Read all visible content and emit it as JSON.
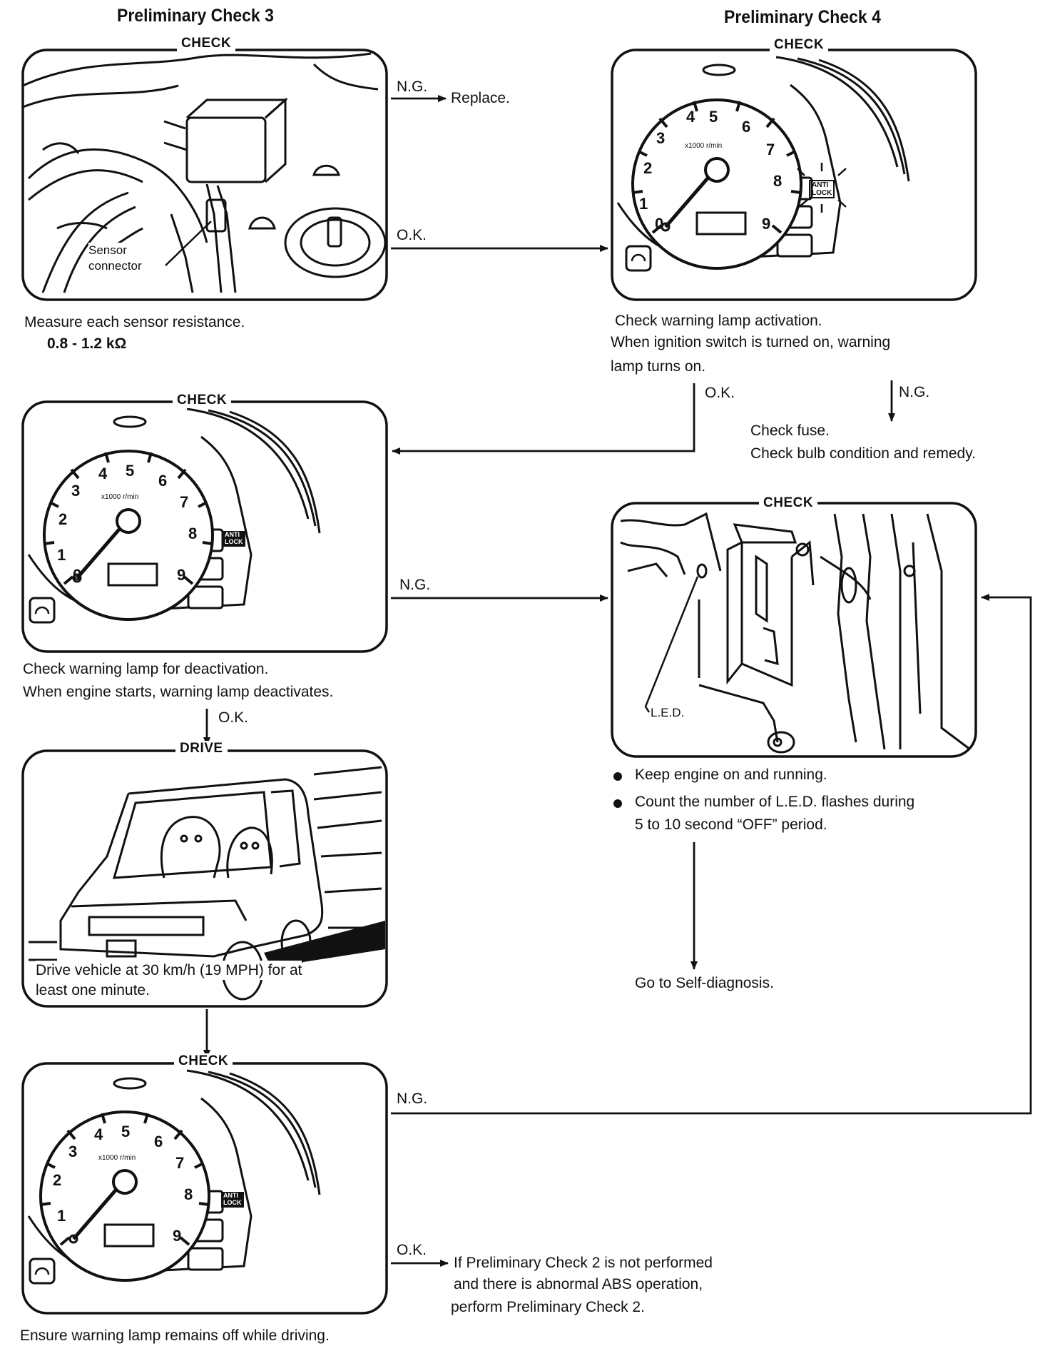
{
  "titles": {
    "check3": "Preliminary Check 3",
    "check4": "Preliminary Check 4"
  },
  "tags": {
    "check": "CHECK",
    "drive": "DRIVE"
  },
  "flow": {
    "ng": "N.G.",
    "ok": "O.K."
  },
  "check3": {
    "sensor_label_1": "Sensor",
    "sensor_label_2": "connector",
    "measure": "Measure each sensor resistance.",
    "resistance": "0.8 - 1.2 kΩ",
    "replace": "Replace."
  },
  "check4": {
    "line1": "Check warning lamp activation.",
    "line2": "When ignition switch is turned on, warning",
    "line3": "lamp turns on.",
    "ng_action_1": "Check fuse.",
    "ng_action_2": "Check bulb condition and remedy."
  },
  "deactivation": {
    "line1": "Check warning lamp for deactivation.",
    "line2": "When engine starts, warning lamp deactivates."
  },
  "drive": {
    "line1": "Drive vehicle at 30 km/h (19 MPH) for at",
    "line2": "least one minute."
  },
  "final": {
    "caption": "Ensure warning lamp remains off while driving.",
    "ok_1": "If Preliminary Check 2 is not performed",
    "ok_2": "and there is abnormal ABS operation,",
    "ok_3": "perform Preliminary Check 2."
  },
  "led": {
    "label": "L.E.D.",
    "bullet1": "Keep engine on and running.",
    "bullet2a": "Count the number of L.E.D. flashes during",
    "bullet2b": "5 to 10 second “OFF” period.",
    "goto": "Go to Self-diagnosis."
  },
  "gauge": {
    "unit": "x1000 r/min",
    "numbers": [
      "0",
      "1",
      "2",
      "3",
      "4",
      "5",
      "6",
      "7",
      "8",
      "9"
    ],
    "lamp_1": "ANTI",
    "lamp_2": "LOCK"
  }
}
